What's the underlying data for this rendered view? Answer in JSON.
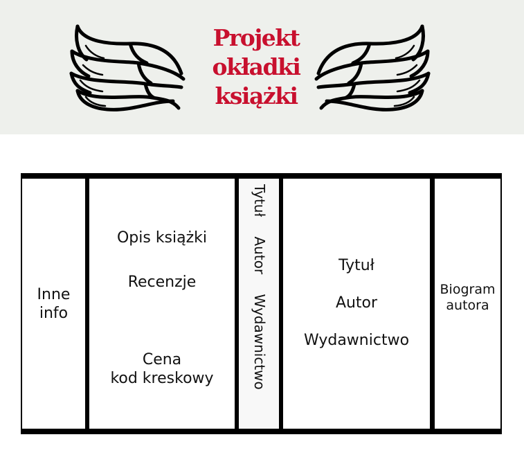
{
  "header": {
    "title_lines": [
      "Projekt",
      "okładki",
      "książki"
    ],
    "title_color": "#c8102e",
    "background": "#eef0ec",
    "icons": [
      "wing-left-icon",
      "wing-right-icon"
    ]
  },
  "diagram": {
    "back_flap": {
      "lines": [
        "Inne",
        "info"
      ]
    },
    "back_cover": {
      "description": "Opis książki",
      "reviews": "Recenzje",
      "price_lines": [
        "Cena",
        "kod kreskowy"
      ]
    },
    "spine": {
      "title": "Tytuł",
      "author": "Autor",
      "publisher": "Wydawnictwo"
    },
    "front_cover": {
      "title": "Tytuł",
      "author": "Autor",
      "publisher": "Wydawnictwo"
    },
    "front_flap": {
      "lines": [
        "Biogram",
        "autora"
      ]
    }
  }
}
